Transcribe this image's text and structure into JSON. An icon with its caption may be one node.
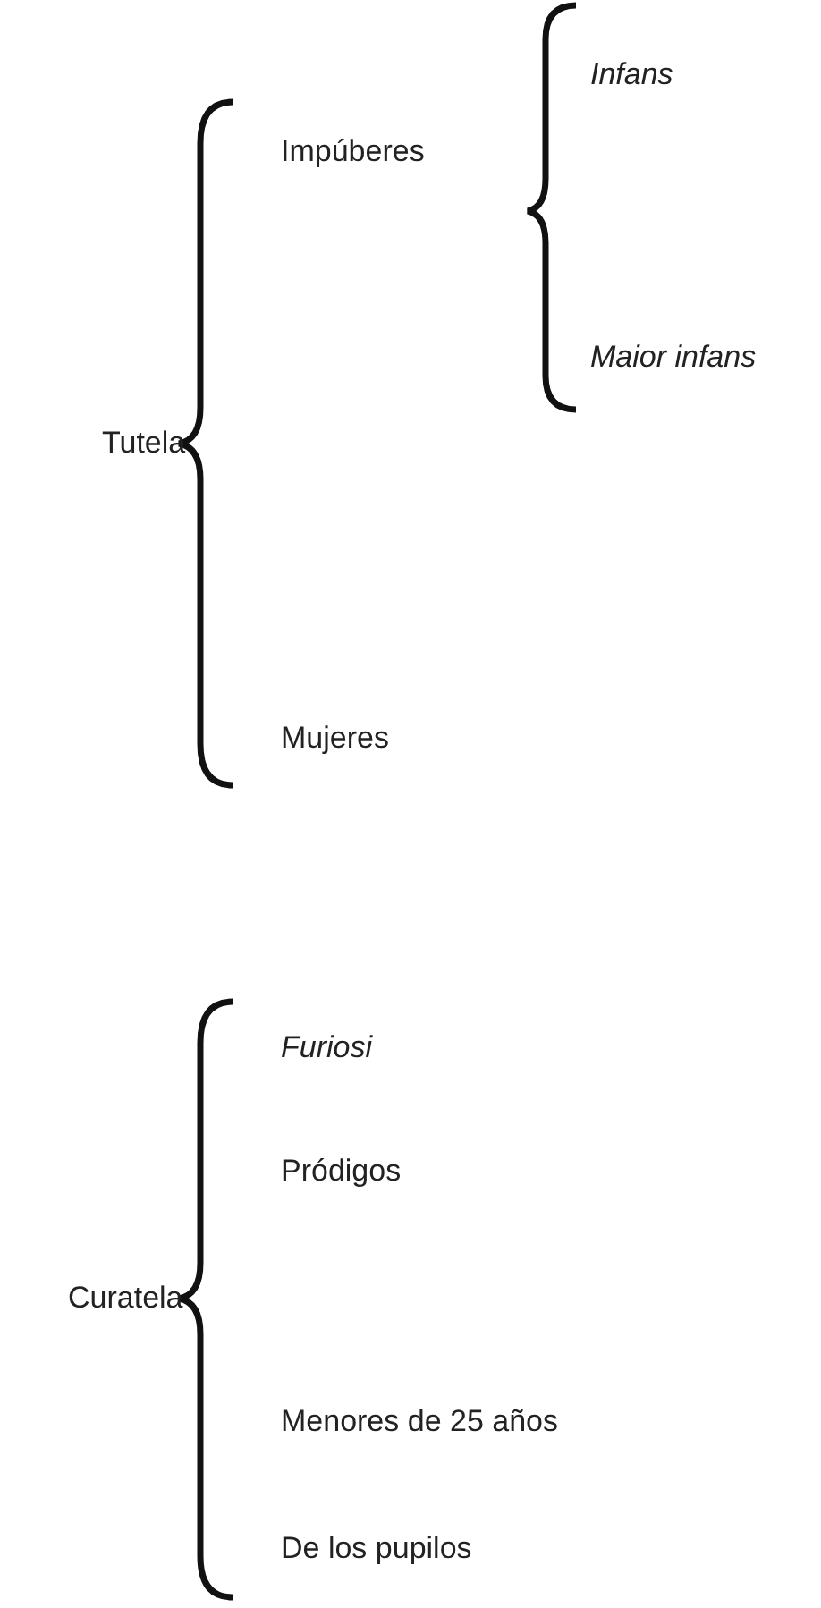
{
  "diagram": {
    "labels": [
      "Infans",
      "Impúberes",
      "Maior infans",
      "Tutela",
      "Mujeres",
      "Furiosi",
      "Pródigos",
      "Curatela",
      "Menores de 25 años",
      "De los pupilos"
    ]
  }
}
